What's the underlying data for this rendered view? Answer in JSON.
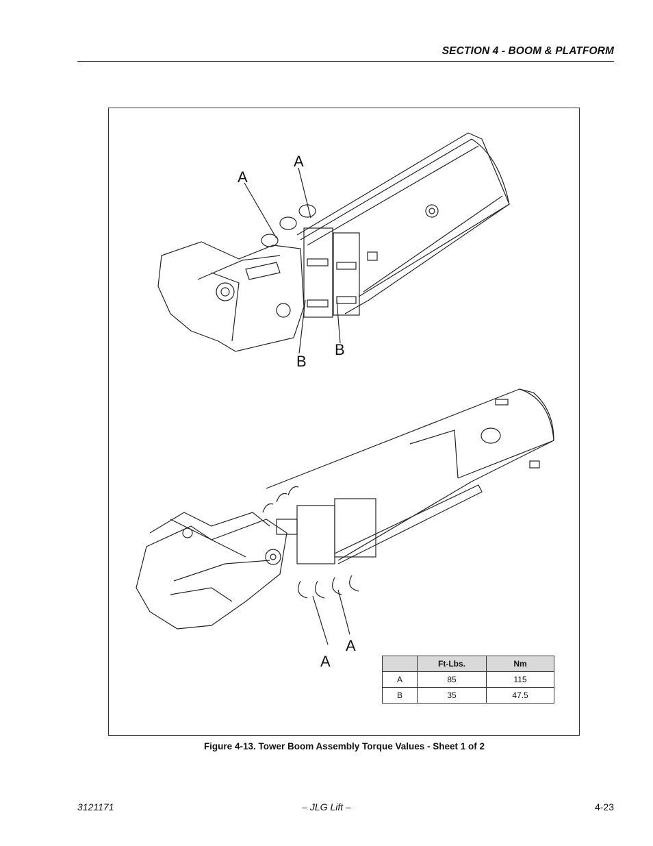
{
  "header": {
    "section_title": "SECTION 4 - BOOM & PLATFORM"
  },
  "figure": {
    "callouts_top": [
      "A",
      "A",
      "B",
      "B"
    ],
    "callouts_bottom": [
      "A",
      "A"
    ],
    "caption": "Figure 4-13.  Tower Boom Assembly Torque Values - Sheet 1 of 2"
  },
  "torque_table": {
    "headers": [
      "",
      "Ft-Lbs.",
      "Nm"
    ],
    "rows": [
      {
        "item": "A",
        "ft_lbs": "85",
        "nm": "115"
      },
      {
        "item": "B",
        "ft_lbs": "35",
        "nm": "47.5"
      }
    ]
  },
  "footer": {
    "doc_number": "3121171",
    "center": "– JLG Lift –",
    "page": "4-23"
  }
}
